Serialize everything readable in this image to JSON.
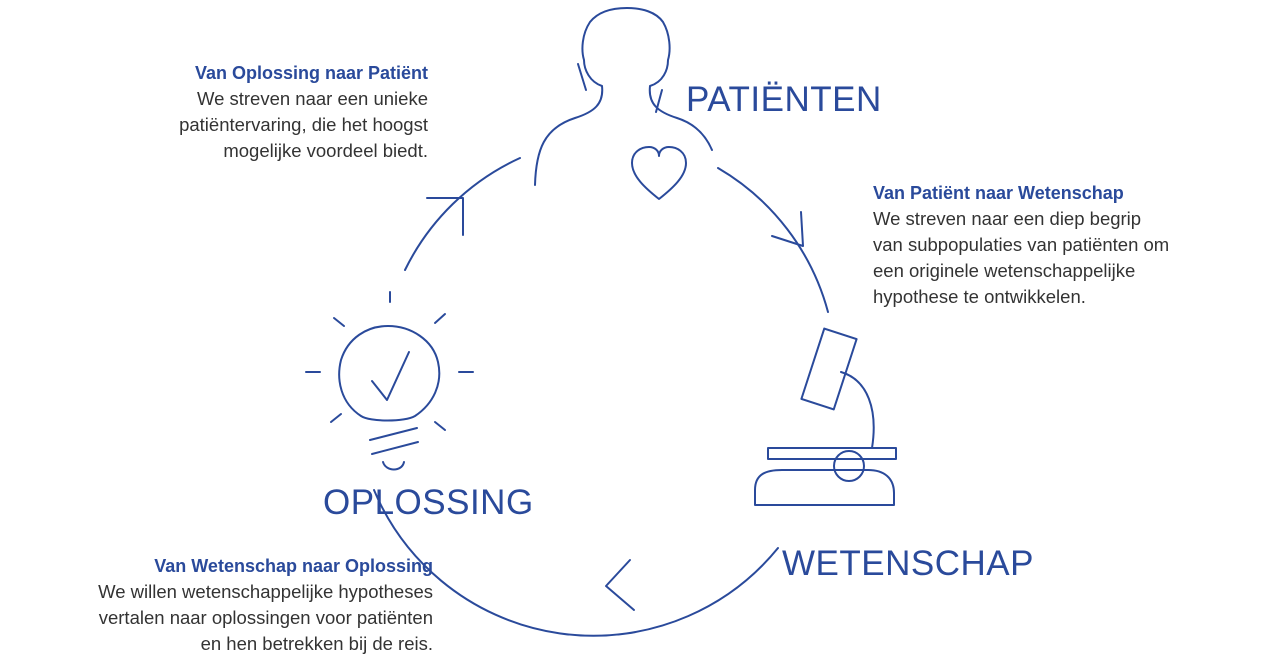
{
  "colors": {
    "accent": "#2a4a9b",
    "text": "#333333",
    "background": "#ffffff"
  },
  "labels": {
    "patienten": "PATIËNTEN",
    "wetenschap": "WETENSCHAP",
    "oplossing": "OPLOSSING"
  },
  "steps": {
    "oplossing_naar_patient": {
      "heading": "Van Oplossing naar Patiënt",
      "lines": [
        "We streven naar een unieke",
        "patiëntervaring, die het hoogst",
        "mogelijke voordeel biedt."
      ]
    },
    "patient_naar_wetenschap": {
      "heading": "Van Patiënt naar Wetenschap",
      "lines": [
        "We streven naar een diep begrip",
        "van subpopulaties van patiënten om",
        "een originele wetenschappelijke",
        "hypothese te ontwikkelen."
      ]
    },
    "wetenschap_naar_oplossing": {
      "heading": "Van Wetenschap naar Oplossing",
      "lines": [
        "We willen wetenschappelijke hypotheses",
        "vertalen naar oplossingen voor patiënten",
        "en hen betrekken bij de reis."
      ]
    }
  },
  "icons": [
    "person-icon",
    "heart-icon",
    "microscope-icon",
    "lightbulb-icon",
    "checkmark-icon"
  ]
}
